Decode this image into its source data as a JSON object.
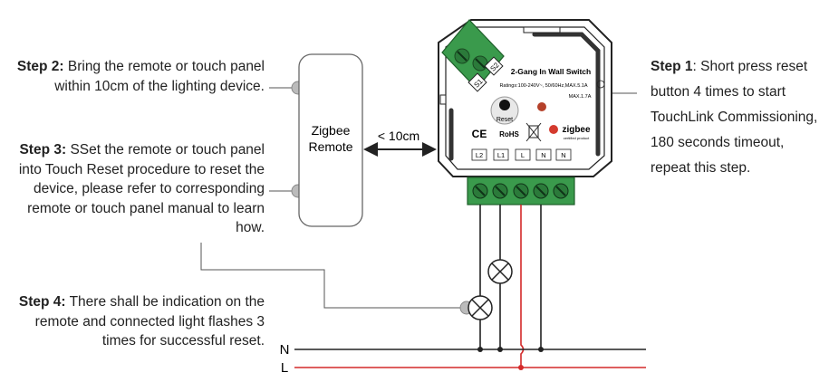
{
  "steps": {
    "step1": {
      "label": "Step 1",
      "text": ": Short press reset button 4 times to start TouchLink Commissioning, 180 seconds timeout, repeat this step."
    },
    "step2": {
      "label": "Step 2:",
      "text": " Bring the remote or touch panel within 10cm of the lighting device."
    },
    "step3": {
      "label": "Step 3:",
      "text": " SSet the remote or touch panel into Touch Reset procedure to reset the device, please refer to corresponding remote or touch panel manual to learn how."
    },
    "step4": {
      "label": "Step 4:",
      "text": " There shall be indication on the remote and connected light flashes 3 times for successful reset."
    }
  },
  "remote": {
    "line1": "Zigbee",
    "line2": "Remote"
  },
  "distance_label": "< 10cm",
  "device": {
    "title": "2-Gang In Wall Switch",
    "ratings": "Ratings:100-240V~, 50/60Hz,MAX.5.1A",
    "ratings2": "MAX.1.7A",
    "reset_label": "Reset",
    "ce": "CE",
    "rohs": "RoHS",
    "zigbee": "zigbee",
    "zigbee_sub": "certified product",
    "s1": "S1",
    "s2": "S2",
    "terminals": [
      "L2",
      "L1",
      "L",
      "N",
      "N"
    ]
  },
  "lines": {
    "n": "N",
    "l": "L"
  },
  "colors": {
    "live": "#d42a2a",
    "neutral": "#222222",
    "terminal_green": "#2e8b3e"
  }
}
